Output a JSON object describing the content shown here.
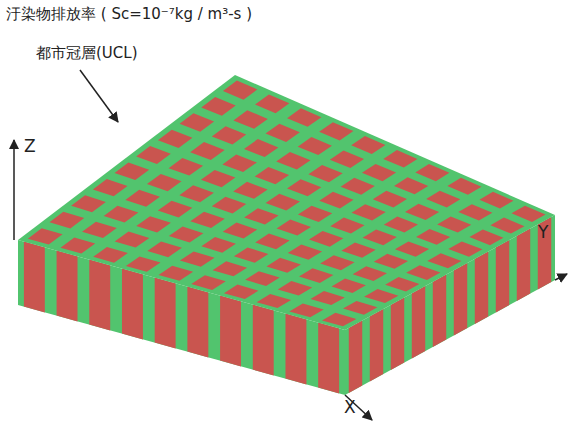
{
  "diagram": {
    "title": "汙染物排放率 ( Sc=10⁻⁷kg / m³-s )",
    "labels": [
      "都市冠層(UCL)",
      "Z",
      "Y",
      "X"
    ]
  }
}
